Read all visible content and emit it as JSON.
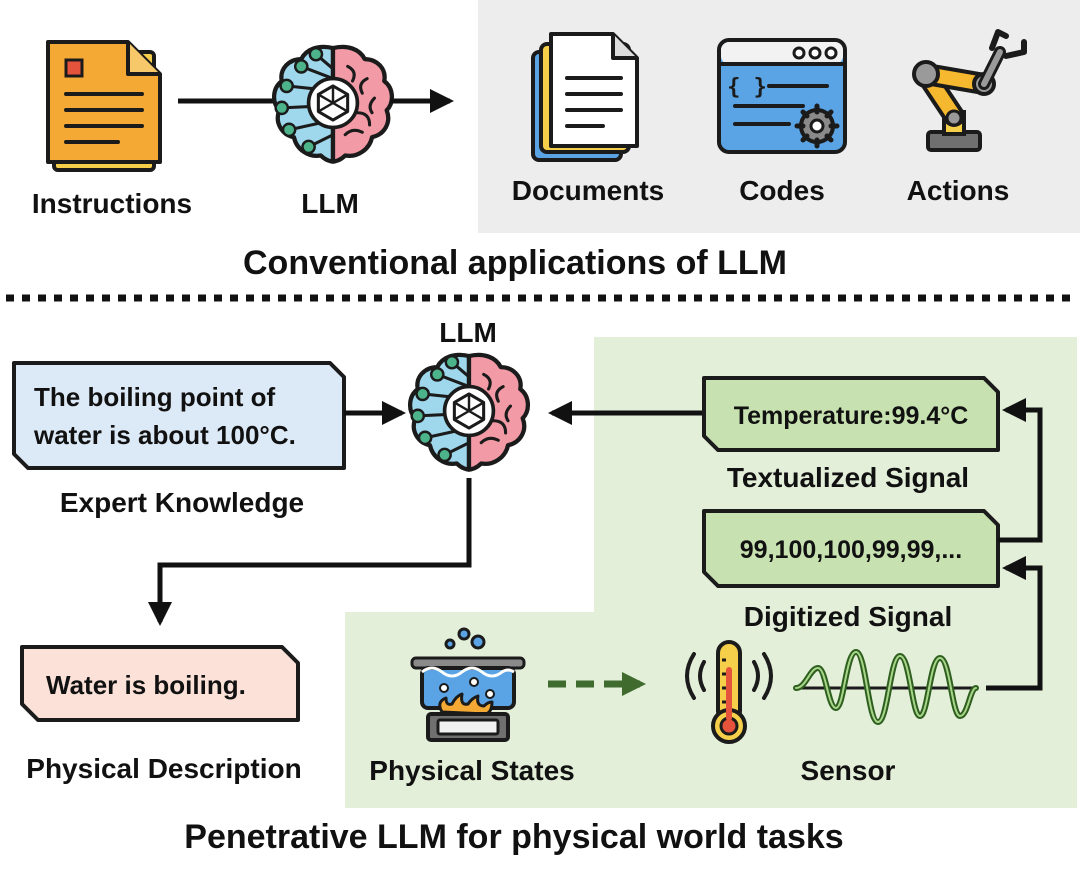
{
  "top": {
    "instructions_label": "Instructions",
    "llm_label": "LLM",
    "documents_label": "Documents",
    "codes_label": "Codes",
    "actions_label": "Actions",
    "section_title": "Conventional applications of LLM",
    "code_icon_text": "{ }"
  },
  "bottom": {
    "llm_label": "LLM",
    "knowledge_text_line1": "The boiling point of",
    "knowledge_text_line2": "water is about 100°C.",
    "knowledge_label": "Expert Knowledge",
    "description_text": "Water is boiling.",
    "description_label": "Physical Description",
    "textual_signal_text": "Temperature:99.4°C",
    "textual_signal_label": "Textualized Signal",
    "digit_signal_text": "99,100,100,99,99,...",
    "digit_signal_label": "Digitized Signal",
    "physical_states_label": "Physical States",
    "sensor_label": "Sensor",
    "section_title": "Penetrative LLM for physical world tasks"
  },
  "colors": {
    "top_panel_bg": "#ededed",
    "green_panel_bg": "#e3efd9",
    "knowledge_box": "#dce9f6",
    "description_box": "#fbe1d8",
    "signal_box": "#c7e2b0",
    "dashed_arrow": "#3f6b2e",
    "brain_blue": "#9fd8ec",
    "brain_pink": "#f29aa6",
    "node_green": "#4db38a"
  }
}
